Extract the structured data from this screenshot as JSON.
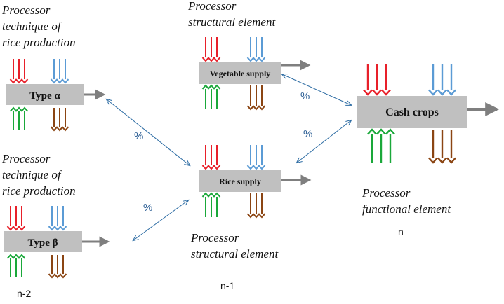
{
  "colors": {
    "red": "#e8202a",
    "blue": "#5b9bd5",
    "green": "#1aa83a",
    "brown": "#8b4513",
    "box": "#c0c0c0",
    "grey_arrow": "#7f7f7f",
    "link": "#2e6da4"
  },
  "labels": {
    "proc_alpha_line1": "Processor",
    "proc_alpha_line2": "technique of",
    "proc_alpha_line3": "rice production",
    "proc_beta_line1": "Processor",
    "proc_beta_line2": "technique of",
    "proc_beta_line3": "rice production",
    "proc_struct_top_line1": "Processor",
    "proc_struct_top_line2": "structural element",
    "proc_struct_bottom_line1": "Processor",
    "proc_struct_bottom_line2": "structural element",
    "proc_func_line1": "Processor",
    "proc_func_line2": "functional element"
  },
  "boxes": {
    "type_alpha": "Type α",
    "type_beta": "Type β",
    "vegetable_supply": "Vegetable supply",
    "rice_supply": "Rice supply",
    "cash_crops": "Cash crops"
  },
  "percent_labels": [
    "%",
    "%",
    "%",
    "%"
  ],
  "levels": {
    "n_minus_2": "n-2",
    "n_minus_1": "n-1",
    "n": "n"
  }
}
